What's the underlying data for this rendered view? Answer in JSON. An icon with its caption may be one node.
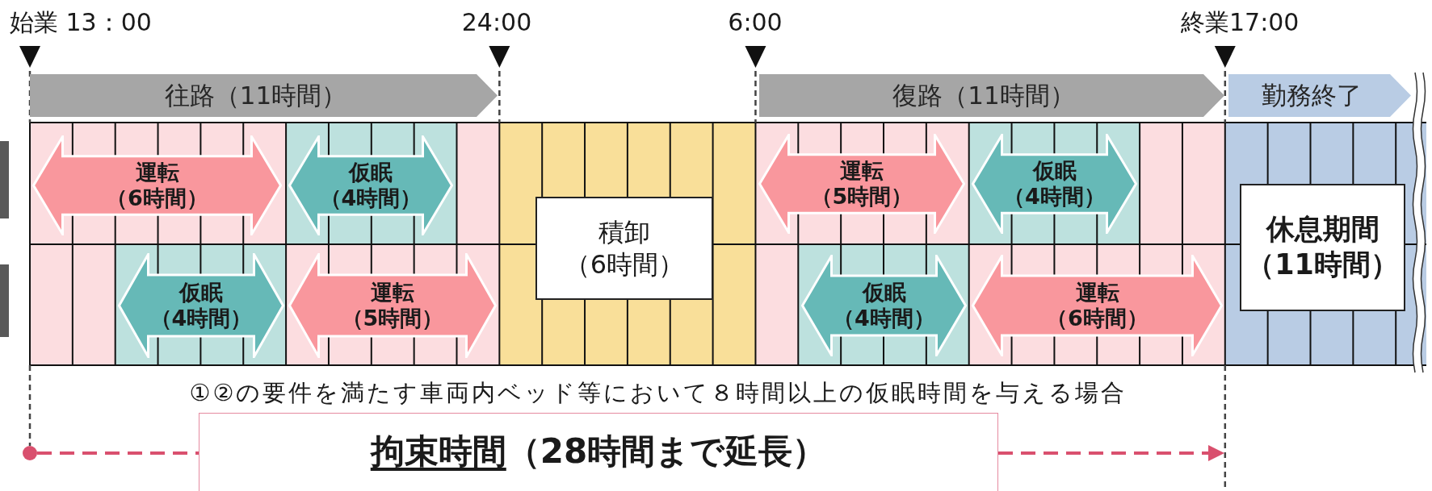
{
  "diagram": {
    "nodes": [
      {
        "text": [
          "往路（11時間）"
        ]
      },
      {
        "text": [
          "復路（11時間）"
        ]
      },
      {
        "text": [
          "勤務終了"
        ]
      },
      {
        "text": [
          "運転",
          "（6時間）"
        ]
      },
      {
        "text": [
          "仮眠",
          "（4時間）"
        ]
      },
      {
        "text": [
          "仮眠",
          "（4時間）"
        ]
      },
      {
        "text": [
          "運転",
          "（5時間）"
        ]
      },
      {
        "text": [
          "積卸",
          "（6時間）"
        ]
      },
      {
        "text": [
          "運転",
          "（5時間）"
        ]
      },
      {
        "text": [
          "仮眠",
          "（4時間）"
        ]
      },
      {
        "text": [
          "仮眠",
          "（4時間）"
        ]
      },
      {
        "text": [
          "運転",
          "（6時間）"
        ]
      },
      {
        "text": [
          "休息期間",
          "（11時間）"
        ]
      },
      {
        "text": [],
        "shape": "circle"
      },
      {
        "text": [
          "拘束時間",
          "（28時間まで延長）"
        ]
      }
    ],
    "edges": [
      {
        "from": 13,
        "to": 14,
        "arrow": "none",
        "style": "dashed"
      },
      {
        "from": 14,
        "to": null,
        "arrow": "to",
        "style": "dashed"
      }
    ],
    "labels": [
      "始業 13：00",
      "24:00",
      "6:00",
      "終業17:00",
      "①②の要件を満たす車両内ベッド等において８時間以上の仮眠時間を与える場合"
    ]
  }
}
